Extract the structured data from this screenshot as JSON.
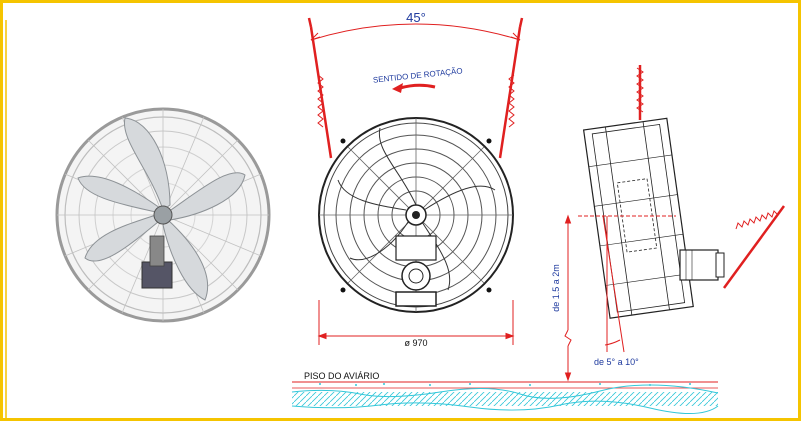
{
  "diagram": {
    "angle_top": "45°",
    "rotation_label": "SENTIDO DE ROTAÇÃO",
    "diameter_label": "ø 970",
    "height_label": "de 1.5 a 2m",
    "tilt_label": "de 5° a 10°",
    "floor_label": "PISO DO AVIÁRIO"
  },
  "colors": {
    "frame_border": "#f5c400",
    "line_red": "#e02020",
    "text_blue": "#1e3a9e",
    "ground_cyan": "#33c7d9",
    "line_dark": "#222222"
  },
  "icons": {
    "photo": "fan-photo-icon",
    "front": "fan-front-view-icon",
    "side": "fan-side-view-icon",
    "chain": "chain-icon",
    "arrow": "rotation-arrow-icon"
  }
}
